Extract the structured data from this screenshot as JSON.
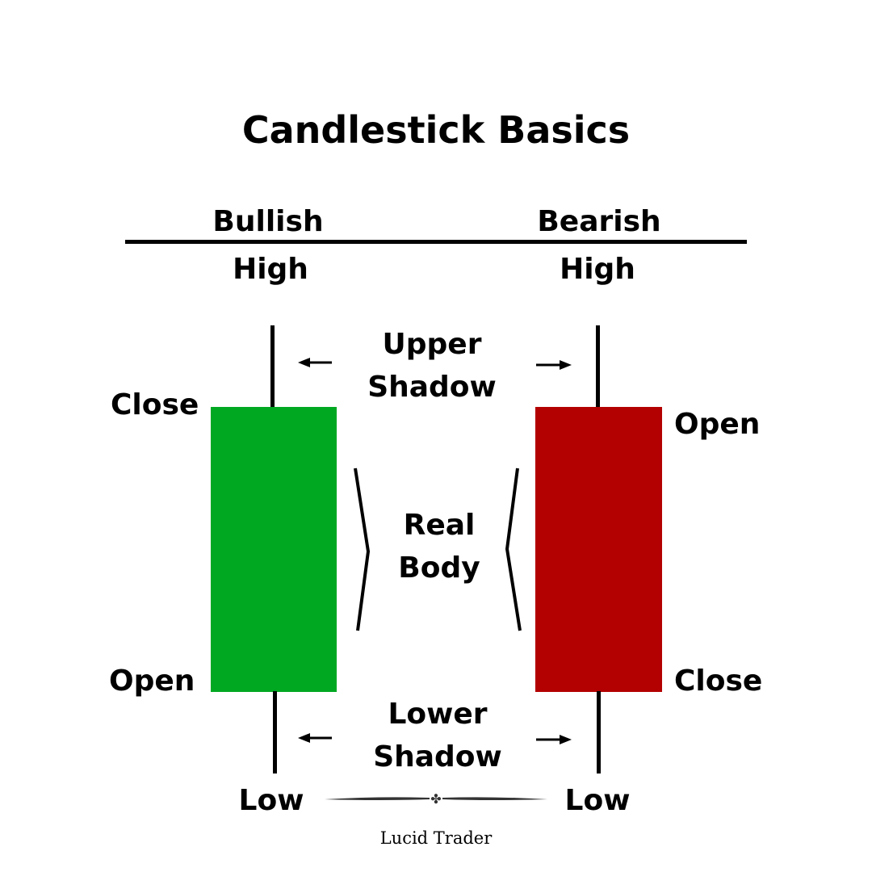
{
  "title": "Candlestick Basics",
  "bullish": {
    "heading": "Bullish",
    "high": "High",
    "low": "Low",
    "close": "Close",
    "open": "Open",
    "color": "#00a822"
  },
  "bearish": {
    "heading": "Bearish",
    "high": "High",
    "low": "Low",
    "open": "Open",
    "close": "Close",
    "color": "#b30000"
  },
  "labels": {
    "upper_shadow_1": "Upper",
    "upper_shadow_2": "Shadow",
    "real_body_1": "Real",
    "real_body_2": "Body",
    "lower_shadow_1": "Lower",
    "lower_shadow_2": "Shadow"
  },
  "signature": "Lucid Trader"
}
